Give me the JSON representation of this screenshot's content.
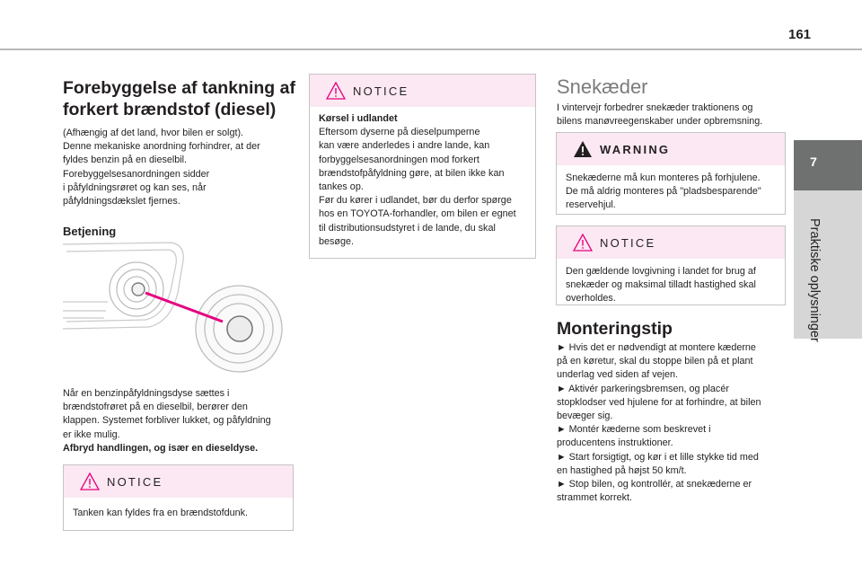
{
  "page_number": "161",
  "section_tab": {
    "number": "7",
    "label": "Praktiske oplysninger"
  },
  "col1": {
    "title_line1": "Forebyggelse af tankning af",
    "title_line2": "forkert brændstof (diesel)",
    "intro": [
      "(Afhængig af det land, hvor bilen er solgt).",
      "Denne mekaniske anordning forhindrer, at der",
      "fyldes benzin på en dieselbil.",
      "Forebyggelsesanordningen sidder",
      "i påfyldningsrøret og kan ses, når",
      "påfyldningsdækslet fjernes."
    ],
    "subheading": "Betjening",
    "desc": [
      "Når en benzinpåfyldningsdyse sættes i",
      "brændstofrøret på en dieselbil, berører den",
      "klappen. Systemet forbliver lukket, og påfyldning",
      "er ikke mulig."
    ],
    "desc_bold": "Afbryd handlingen, og især en dieseldyse.",
    "notice": {
      "title": "NOTICE",
      "text": "Tanken kan fyldes fra en brændstofdunk."
    }
  },
  "col2": {
    "notice": {
      "title": "NOTICE",
      "bold_heading": "Kørsel i udlandet",
      "lines": [
        "Eftersom dyserne på dieselpumperne",
        "kan være anderledes i andre lande, kan",
        "forbyggelsesanordningen mod forkert",
        "brændstofpåfyldning gøre, at bilen ikke kan",
        "tankes op.",
        "Før du kører i udlandet, bør du derfor spørge",
        "hos en TOYOTA-forhandler, om bilen er egnet",
        "til distributionsudstyret i de lande, du skal",
        "besøge."
      ]
    }
  },
  "col3": {
    "title": "Snekæder",
    "intro": [
      "I vintervejr forbedrer snekæder traktionens og",
      "bilens manøvreegenskaber under opbremsning."
    ],
    "warning": {
      "title": "WARNING",
      "lines": [
        "Snekæderne må kun monteres på forhjulene.",
        "De må aldrig monteres på \"pladsbesparende\"",
        "reservehjul."
      ]
    },
    "notice": {
      "title": "NOTICE",
      "lines": [
        "Den gældende lovgivning i landet for brug af",
        "snekæder og maksimal tilladt hastighed skal",
        "overholdes."
      ]
    },
    "tips_title": "Monteringstip",
    "tips": [
      "► Hvis det er nødvendigt at montere kæderne",
      "på en køretur, skal du stoppe bilen på et plant",
      "underlag ved siden af vejen.",
      "► Aktivér parkeringsbremsen, og placér",
      "stopklodser ved hjulene for at forhindre, at bilen",
      "bevæger sig.",
      "► Montér kæderne som beskrevet i",
      "producentens instruktioner.",
      "► Start forsigtigt, og kør i et lille stykke tid med",
      "en hastighed på højst 50 km/t.",
      "► Stop bilen, og kontrollér, at snekæderne er",
      "strammet korrekt."
    ]
  },
  "colors": {
    "accent_pink": "#e6007e",
    "notice_bg": "#fbe8f2",
    "tab_dark": "#6f7070",
    "tab_light": "#d6d6d6"
  }
}
